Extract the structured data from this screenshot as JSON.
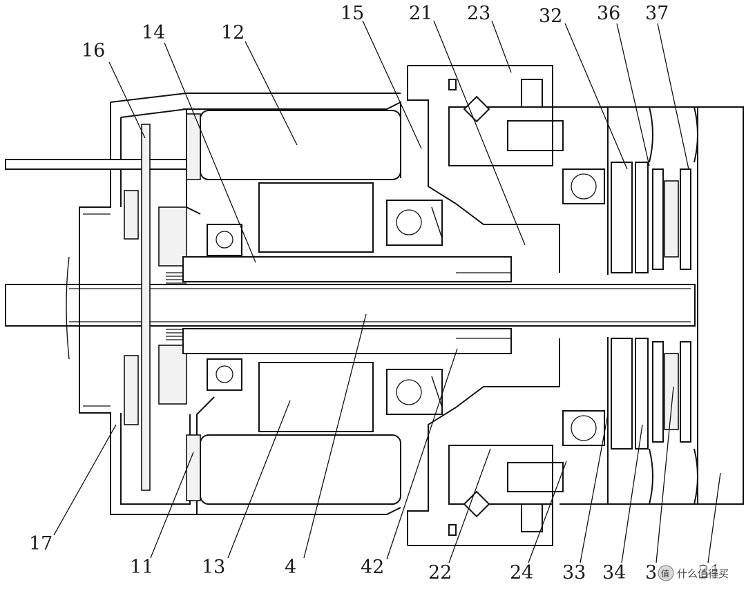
{
  "labels": {
    "l16": "16",
    "l14": "14",
    "l12": "12",
    "l15": "15",
    "l21": "21",
    "l23": "23",
    "l32": "32",
    "l36": "36",
    "l37": "37",
    "l17": "17",
    "l11": "11",
    "l13": "13",
    "l4": "4",
    "l42": "42",
    "l22": "22",
    "l24": "24",
    "l33": "33",
    "l34": "34",
    "l3x": "3",
    "l31": "31"
  },
  "watermark": {
    "icon": "zhi-circle-icon",
    "text": "什么值得买"
  },
  "colors": {
    "line": "#111111",
    "background": "#ffffff"
  }
}
